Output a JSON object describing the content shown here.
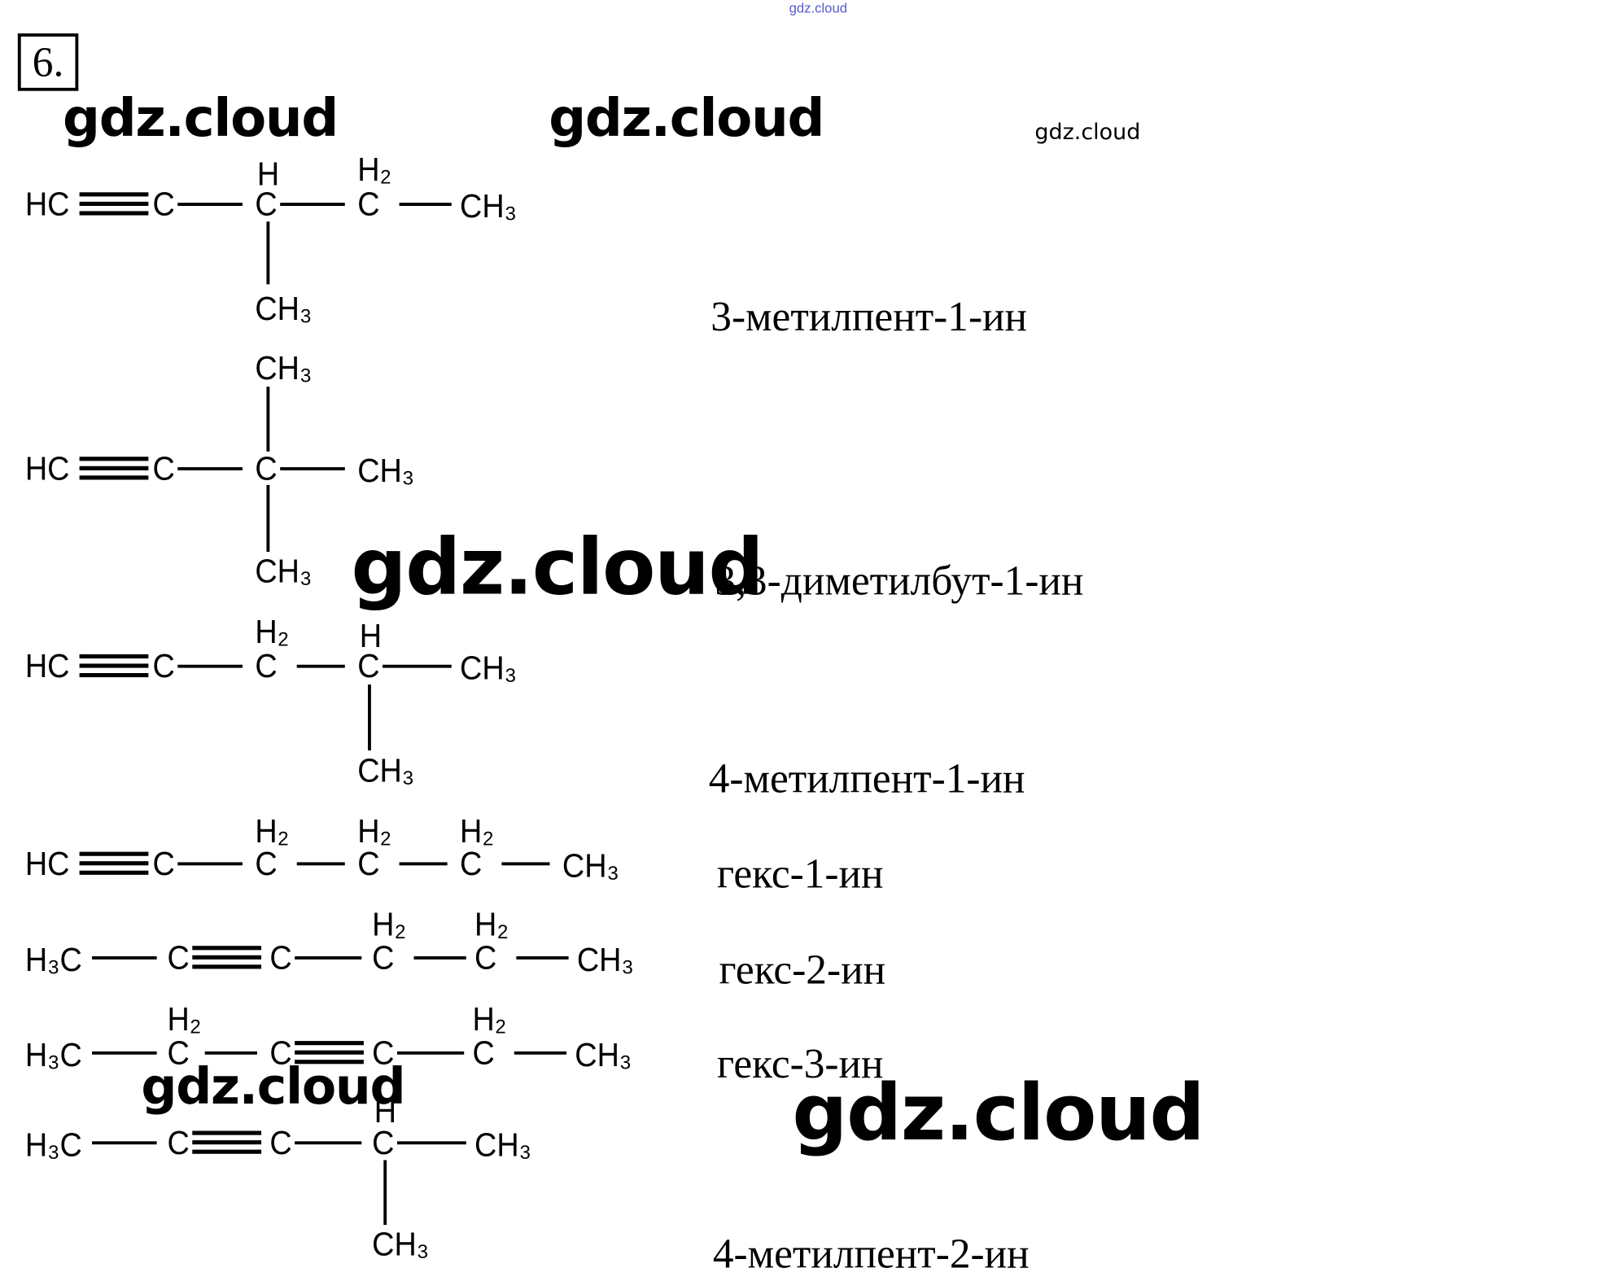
{
  "task_number": "6.",
  "watermarks": {
    "top_small": "gdz.cloud",
    "w1": "gdz.cloud",
    "w2": "gdz.cloud",
    "w3": "gdz.cloud",
    "w4": "gdz.cloud",
    "w5": "gdz.cloud",
    "w6": "gdz.cloud"
  },
  "molecules": [
    {
      "name": "3-метилпент-1-ин",
      "atoms": [
        "HC",
        "C",
        "H",
        "C",
        "H₂",
        "C",
        "CH₃",
        "CH₃"
      ]
    },
    {
      "name": "3,3-диметилбут-1-ин",
      "atoms": [
        "HC",
        "C",
        "CH₃",
        "C",
        "CH₃",
        "CH₃"
      ]
    },
    {
      "name": "4-метилпент-1-ин",
      "atoms": [
        "HC",
        "C",
        "H₂",
        "C",
        "H",
        "C",
        "CH₃",
        "CH₃"
      ]
    },
    {
      "name": "гекс-1-ин",
      "atoms": [
        "HC",
        "C",
        "H₂",
        "C",
        "H₂",
        "C",
        "H₂",
        "C",
        "CH₃"
      ]
    },
    {
      "name": "гекс-2-ин",
      "atoms": [
        "H₃C",
        "C",
        "C",
        "H₂",
        "C",
        "H₂",
        "C",
        "CH₃"
      ]
    },
    {
      "name": "гекс-3-ин",
      "atoms": [
        "H₃C",
        "H₂",
        "C",
        "C",
        "C",
        "H₂",
        "C",
        "CH₃"
      ]
    },
    {
      "name": "4-метилпент-2-ин",
      "atoms": [
        "H₃C",
        "C",
        "C",
        "H",
        "C",
        "CH₃",
        "CH₃"
      ]
    }
  ]
}
